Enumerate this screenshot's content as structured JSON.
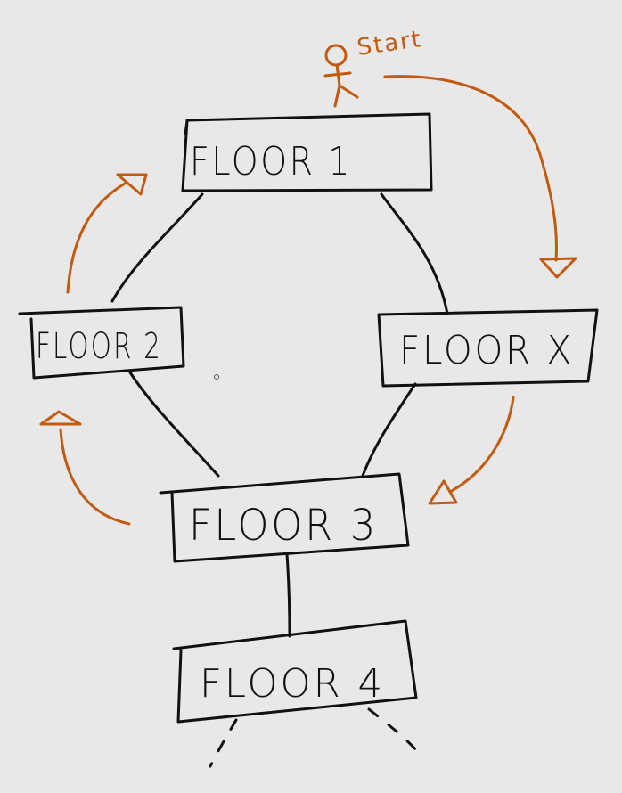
{
  "colors": {
    "background": "#e8e8e8",
    "ink": "#111111",
    "accent": "#c25a10"
  },
  "start": {
    "label": "Start"
  },
  "nodes": [
    {
      "id": "floor-1",
      "label": "FLOOR 1"
    },
    {
      "id": "floor-2",
      "label": "FLOOR 2"
    },
    {
      "id": "floor-x",
      "label": "FLOOR X"
    },
    {
      "id": "floor-3",
      "label": "FLOOR 3"
    },
    {
      "id": "floor-4",
      "label": "FLOOR 4"
    }
  ],
  "edges": [
    {
      "from": "floor-1",
      "to": "floor-2"
    },
    {
      "from": "floor-1",
      "to": "floor-x"
    },
    {
      "from": "floor-2",
      "to": "floor-3"
    },
    {
      "from": "floor-x",
      "to": "floor-3"
    },
    {
      "from": "floor-3",
      "to": "floor-4"
    }
  ],
  "flow": [
    {
      "from": "start",
      "to": "floor-x"
    },
    {
      "from": "floor-x",
      "to": "floor-3"
    },
    {
      "from": "floor-3",
      "to": "floor-2"
    },
    {
      "from": "floor-2",
      "to": "floor-1"
    }
  ]
}
